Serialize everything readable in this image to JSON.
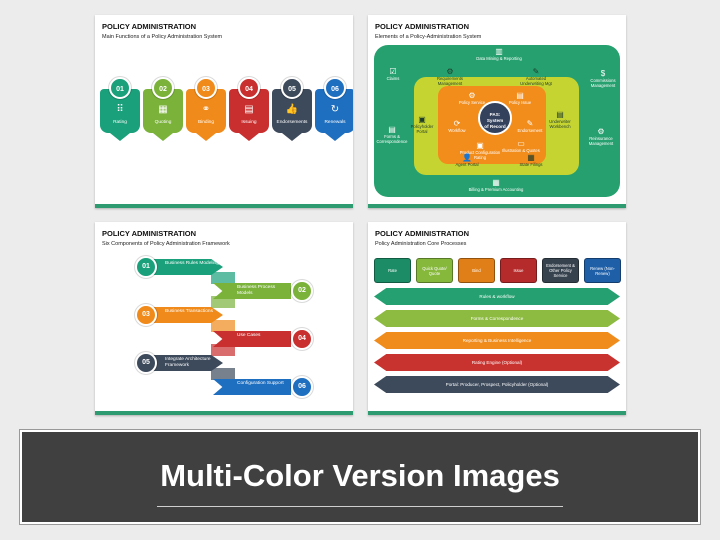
{
  "slides": [
    {
      "title": "POLICY ADMINISTRATION",
      "subtitle": "Main Functions of a Policy Administration System",
      "functions": [
        {
          "num": "01",
          "label": "Rating",
          "icon": "grid-dots-icon",
          "glyph": "⠿",
          "color": "#1aa07a"
        },
        {
          "num": "02",
          "label": "Quoting",
          "icon": "calculator-icon",
          "glyph": "▦",
          "color": "#7ab23a"
        },
        {
          "num": "03",
          "label": "Binding",
          "icon": "link-icon",
          "glyph": "⚭",
          "color": "#f08a1a"
        },
        {
          "num": "04",
          "label": "Issuing",
          "icon": "document-icon",
          "glyph": "▤",
          "color": "#c92f2f"
        },
        {
          "num": "05",
          "label": "Endorsements",
          "icon": "thumbs-up-icon",
          "glyph": "👍",
          "color": "#3d4a5c"
        },
        {
          "num": "06",
          "label": "Renewals",
          "icon": "refresh-icon",
          "glyph": "↻",
          "color": "#1f6fc0"
        }
      ]
    },
    {
      "title": "POLICY ADMINISTRATION",
      "subtitle": "Elements of a Policy-Administration System",
      "core": [
        "PAS:",
        "System",
        "of Record"
      ],
      "outer": [
        {
          "label": "Data Mining & Reporting",
          "icon": "bar-chart-icon",
          "glyph": "▥"
        },
        {
          "label": "Claims",
          "icon": "checklist-icon",
          "glyph": "☑"
        },
        {
          "label": "Forms & Correspondence",
          "icon": "forms-icon",
          "glyph": "▤"
        },
        {
          "label": "Commissions Management",
          "icon": "money-icon",
          "glyph": "$"
        },
        {
          "label": "Reinsurance Management",
          "icon": "gear-money-icon",
          "glyph": "⚙"
        },
        {
          "label": "Billing & Premium Accounting",
          "icon": "billing-icon",
          "glyph": "▦"
        }
      ],
      "middle": [
        {
          "label": "Requirements Management",
          "icon": "gears-icon",
          "glyph": "⚙"
        },
        {
          "label": "Automated Underwriting Mgt",
          "icon": "document-pen-icon",
          "glyph": "✎"
        },
        {
          "label": "Policyholder Portal",
          "icon": "portal-icon",
          "glyph": "▣"
        },
        {
          "label": "Underwriter Workbench",
          "icon": "workbench-icon",
          "glyph": "▤"
        },
        {
          "label": "Agent Portal",
          "icon": "agent-icon",
          "glyph": "👤"
        },
        {
          "label": "State Filings",
          "icon": "filings-icon",
          "glyph": "▦"
        }
      ],
      "inner": [
        {
          "label": "Policy Service",
          "icon": "service-icon",
          "glyph": "⚙"
        },
        {
          "label": "Policy Issue",
          "icon": "issue-icon",
          "glyph": "▤"
        },
        {
          "label": "Workflow",
          "icon": "workflow-icon",
          "glyph": "⟳"
        },
        {
          "label": "Endorsement",
          "icon": "endorsement-icon",
          "glyph": "✎"
        },
        {
          "label": "Product Configuration Rating",
          "icon": "product-icon",
          "glyph": "▣"
        },
        {
          "label": "Illustration & Quotes",
          "icon": "quotes-icon",
          "glyph": "▭"
        }
      ]
    },
    {
      "title": "POLICY ADMINISTRATION",
      "subtitle": "Six Components of Policy Administration Framework",
      "components": [
        {
          "num": "01",
          "label": "Business Rules Modeling",
          "color": "#1aa07a"
        },
        {
          "num": "02",
          "label": "Business Process Models",
          "color": "#7ab23a"
        },
        {
          "num": "03",
          "label": "Business Transactions",
          "color": "#f08a1a"
        },
        {
          "num": "04",
          "label": "Use Cases",
          "color": "#c92f2f"
        },
        {
          "num": "05",
          "label": "Integrate Architecture Framework",
          "color": "#3d4a5c"
        },
        {
          "num": "06",
          "label": "Configuration Support",
          "color": "#1f6fc0"
        }
      ]
    },
    {
      "title": "POLICY ADMINISTRATION",
      "subtitle": "Policy Administration Core Processes",
      "processes": [
        {
          "label": "Rate",
          "color": "#1b8c66"
        },
        {
          "label": "Quick Quote/ Quote",
          "color": "#86b83c"
        },
        {
          "label": "Bind",
          "color": "#e07f17"
        },
        {
          "label": "Issue",
          "color": "#b52b2b"
        },
        {
          "label": "Endorsement & Other Policy Service",
          "color": "#37424f"
        },
        {
          "label": "Renew (Non-Renew)",
          "color": "#1e5fa8"
        }
      ],
      "bands": [
        {
          "label": "Rules & workflow",
          "color": "#25a070"
        },
        {
          "label": "Forms & Correspondence",
          "color": "#8dba40"
        },
        {
          "label": "Reporting & Business Intelligence",
          "color": "#f08c1c"
        },
        {
          "label": "Rating Engine (Optional)",
          "color": "#c8322f"
        },
        {
          "label": "Portal: Producer, Prospect, Policyholder (Optional)",
          "color": "#3d4a5c"
        }
      ]
    }
  ],
  "banner": {
    "title": "Multi-Color Version Images"
  }
}
